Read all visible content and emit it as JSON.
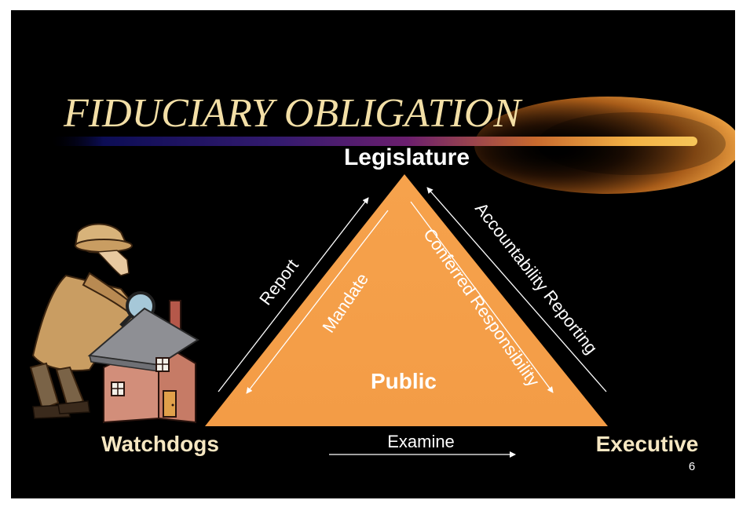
{
  "slide": {
    "title": "FIDUCIARY OBLIGATION",
    "page_number": "6"
  },
  "diagram": {
    "nodes": {
      "top": "Legislature",
      "left": "Watchdogs",
      "right": "Executive",
      "center": "Public"
    },
    "edge_labels": {
      "report": "Report",
      "mandate": "Mandate",
      "conferred": "Conferred Responsibility",
      "accountability": "Accountability Reporting",
      "examine": "Examine"
    }
  },
  "colors": {
    "background": "#000000",
    "title": "#f3dfa6",
    "triangle": "#f5a04a",
    "swoosh_gold": "#f6b545",
    "swoosh_purple": "#5b1f7a",
    "text_white": "#ffffff"
  },
  "icons": [
    "detective-with-magnifier-clipart",
    "house-clipart"
  ]
}
